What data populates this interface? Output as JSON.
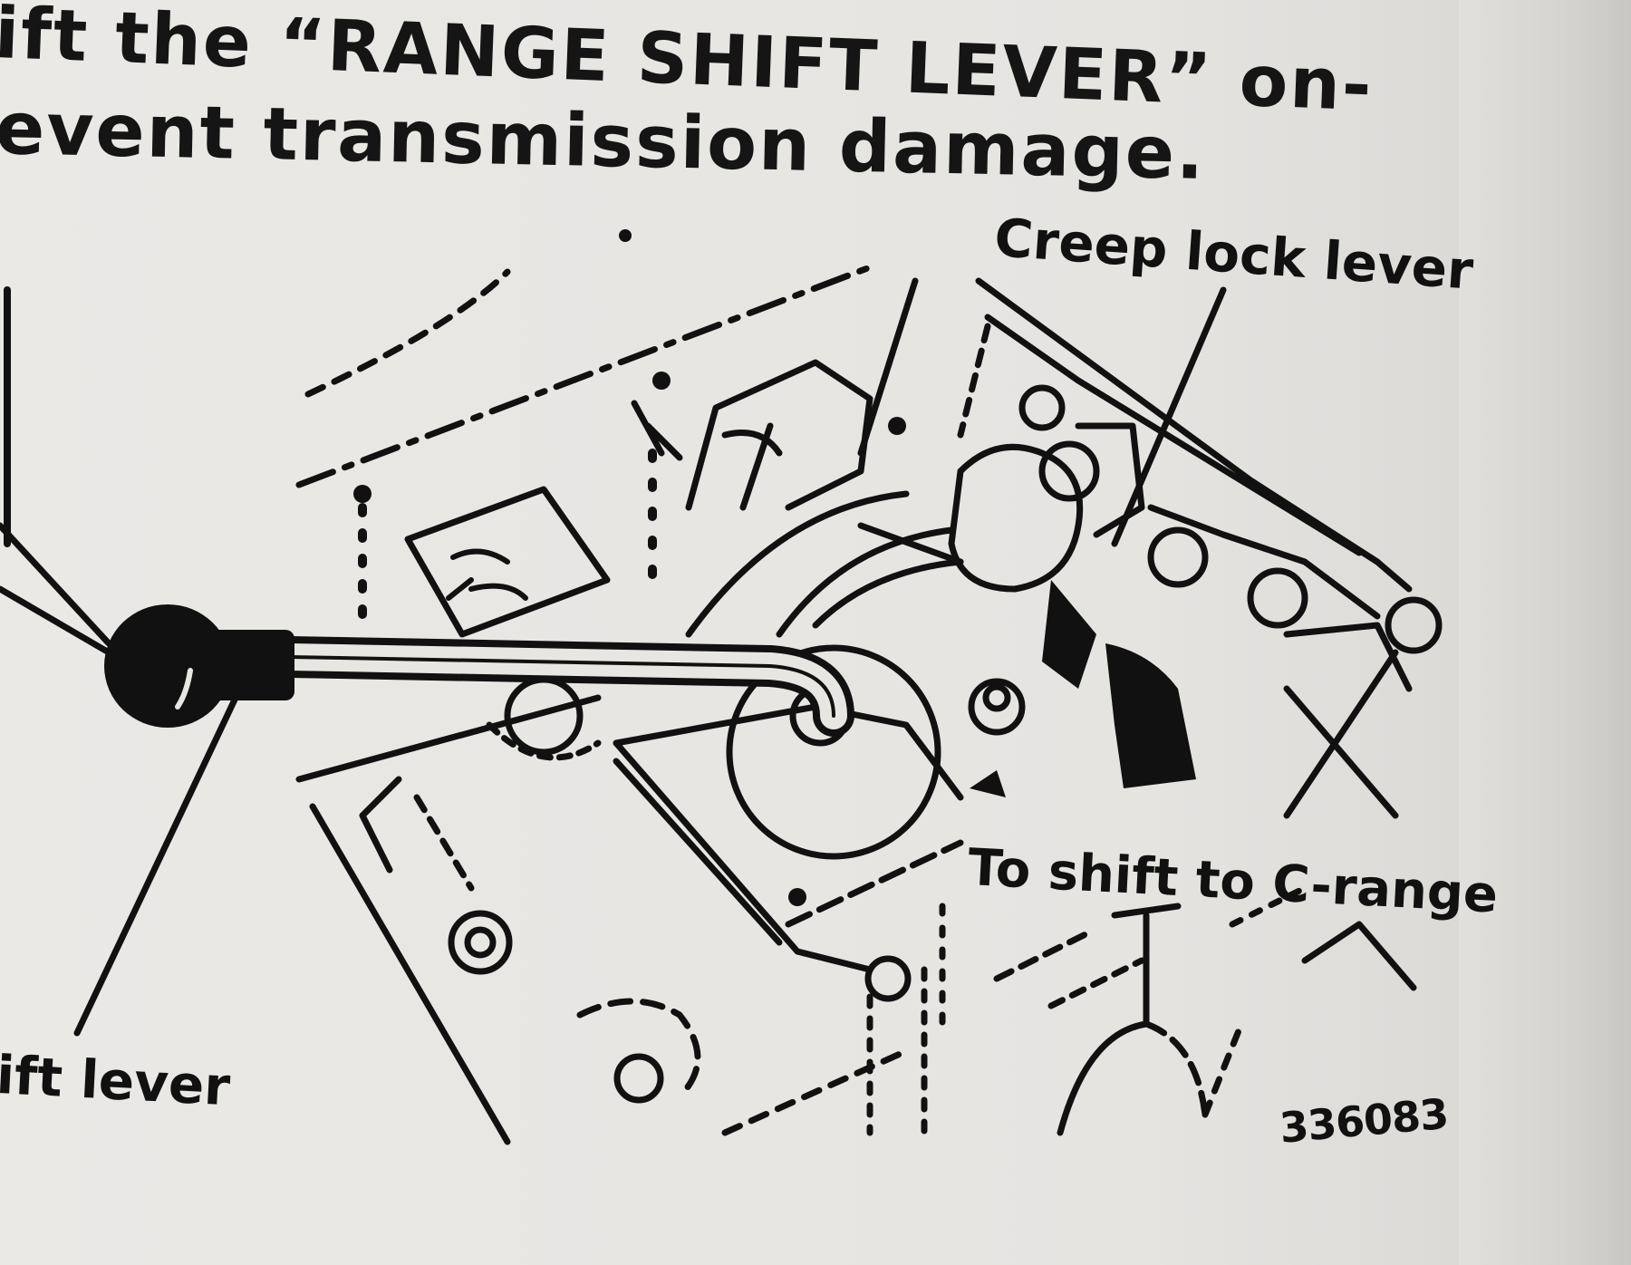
{
  "headline": {
    "line1": "ift the “RANGE SHIFT LEVER” on-",
    "line2": "event transmission damage."
  },
  "figure": {
    "labels": {
      "creep_lock_lever": "Creep lock lever",
      "to_shift_c_range": "To shift to C-range",
      "shift_lever": "ift lever",
      "figure_number": "336083"
    }
  },
  "colors": {
    "paper": "#e8e6e3",
    "ink": "#111111"
  }
}
